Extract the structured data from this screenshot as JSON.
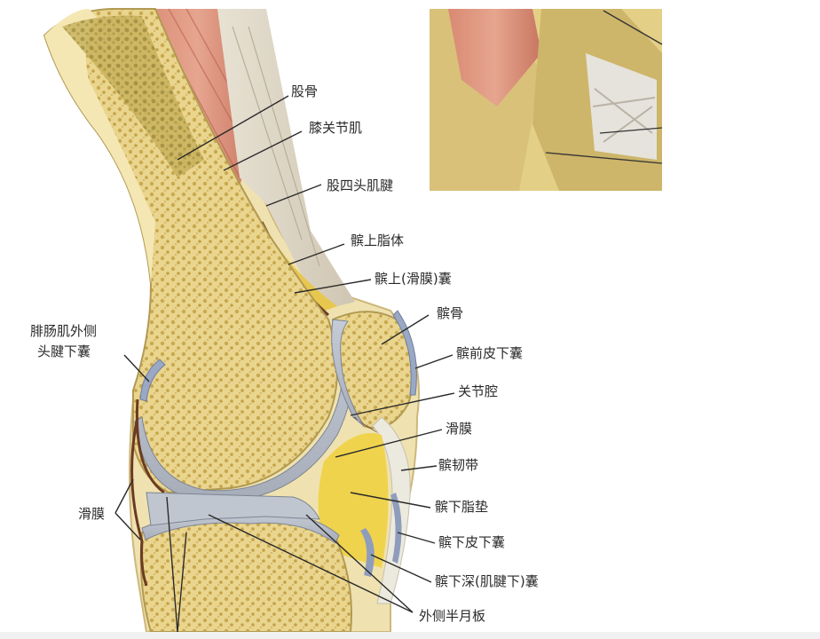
{
  "diagram": {
    "labels": {
      "femur": "股骨",
      "articularis_genus": "膝关节肌",
      "quadriceps_tendon": "股四头肌腱",
      "suprapatellar_fat": "髌上脂体",
      "suprapatellar_bursa": "髌上(滑膜)囊",
      "patella": "髌骨",
      "prepatellar_bursa": "髌前皮下囊",
      "joint_cavity": "关节腔",
      "synovium_right": "滑膜",
      "patellar_ligament": "髌韧带",
      "infrapatellar_fat_pad": "髌下脂垫",
      "subcutaneous_infrapatellar_bursa": "髌下皮下囊",
      "deep_infrapatellar_bursa": "髌下深(肌腱下)囊",
      "lateral_meniscus": "外侧半月板",
      "synovium_left": "滑膜",
      "gastrocnemius_bursa_line1": "腓肠肌外侧",
      "gastrocnemius_bursa_line2": "头腱下囊"
    }
  }
}
